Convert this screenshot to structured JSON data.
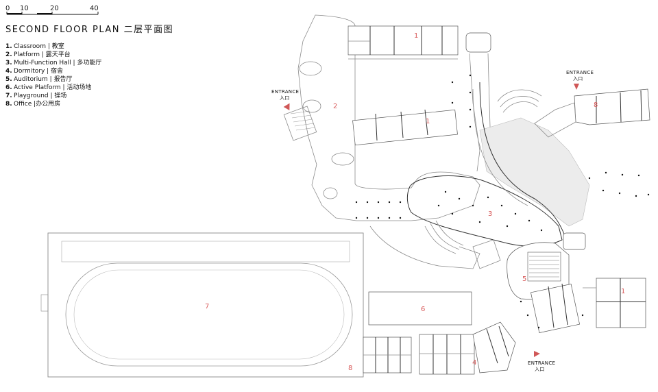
{
  "scale_bar": {
    "ticks": [
      "0",
      "10",
      "20",
      "40"
    ]
  },
  "title": "SECOND FLOOR PLAN  二层平面图",
  "legend": [
    {
      "num": "1.",
      "text": "Classroom | 教室"
    },
    {
      "num": "2.",
      "text": "Platform | 露天平台"
    },
    {
      "num": "3.",
      "text": "Multi-Function Hall | 多功能厅"
    },
    {
      "num": "4.",
      "text": "Dormitory | 宿舍"
    },
    {
      "num": "5.",
      "text": "Auditorium | 报告厅"
    },
    {
      "num": "6.",
      "text": "Active Platform | 活动场地"
    },
    {
      "num": "7.",
      "text": "Playground | 操场"
    },
    {
      "num": "8.",
      "text": "Office |办公用房"
    }
  ],
  "room_labels": {
    "classroom_north": "1",
    "classroom_mid": "1",
    "classroom_east": "1",
    "platform": "2",
    "hall": "3",
    "dormitory": "4",
    "auditorium": "5",
    "active_platform": "6",
    "playground": "7",
    "office_east": "8",
    "office_south": "8"
  },
  "entrances": {
    "west": {
      "en": "ENTRANCE",
      "cn": "入口"
    },
    "northeast": {
      "en": "ENTRANCE",
      "cn": "入口"
    },
    "south": {
      "en": "ENTRANCE",
      "cn": "入口"
    }
  },
  "colors": {
    "label_accent": "#d85a5a",
    "arrow": "#d05858"
  }
}
